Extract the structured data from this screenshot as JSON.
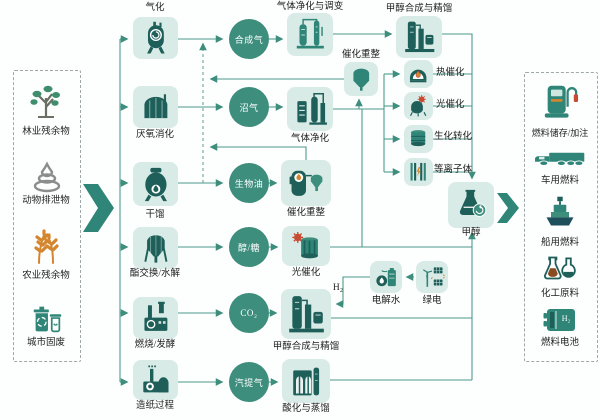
{
  "palette": {
    "line": "#4D9B8B",
    "tile_bg": "#D9EBE7",
    "node_dark": "#1E5F5A",
    "node_teal": "#2F8577",
    "circle_bg": "#3E8E7E",
    "accent_orange": "#D4862F",
    "accent_red": "#C74A32",
    "muted_gray": "#8C8C8C",
    "text": "#222222"
  },
  "left_panel": {
    "items": [
      {
        "label": "林业残余物",
        "icon": "tree-icon"
      },
      {
        "label": "动物排泄物",
        "icon": "manure-icon"
      },
      {
        "label": "农业残余物",
        "icon": "wheat-icon"
      },
      {
        "label": "城市固废",
        "icon": "waste-bins-icon"
      }
    ]
  },
  "process_column": {
    "items": [
      {
        "label": "气化",
        "icon": "gasifier-tank-icon"
      },
      {
        "label": "厌氧消化",
        "icon": "digester-tank-icon"
      },
      {
        "label": "干馏",
        "icon": "retort-vessel-icon"
      },
      {
        "label": "酯交换/水解",
        "icon": "silo-icon"
      },
      {
        "label": "燃烧/发酵",
        "icon": "factory-icon"
      },
      {
        "label": "造纸过程",
        "icon": "paper-mill-icon"
      }
    ]
  },
  "intermediates": {
    "items": [
      {
        "label": "合成气"
      },
      {
        "label": "沼气"
      },
      {
        "label": "生物油"
      },
      {
        "label": "醇/糖"
      },
      {
        "label": "CO₂"
      },
      {
        "label": "汽提气"
      }
    ]
  },
  "mid": {
    "gas_clean_cond": {
      "label": "气体净化与调变",
      "icon": "distillation-columns-icon"
    },
    "methanol_top": {
      "label": "甲醇合成与精馏",
      "icon": "refinery-icon"
    },
    "reform_top": {
      "label": "催化重整",
      "icon": "hopper-icon"
    },
    "gas_purify": {
      "label": "气体净化",
      "icon": "scrubber-icon"
    },
    "reform_bio": {
      "label": "催化重整",
      "icon": "reformer-icon"
    },
    "photocat_bio": {
      "label": "光催化",
      "icon": "sun-barrel-icon"
    },
    "methanol_bottom": {
      "label": "甲醇合成与精馏",
      "icon": "refinery-icon"
    },
    "acid_distill": {
      "label": "酸化与蒸馏",
      "icon": "arch-building-icon"
    },
    "electrolysis": {
      "label": "电解水",
      "icon": "electrolyzer-icon"
    },
    "green_power": {
      "label": "绿电",
      "icon": "wind-solar-icon"
    },
    "h2": {
      "label": "H₂"
    }
  },
  "stack": {
    "items": [
      {
        "label": "热催化",
        "icon": "furnace-flame-icon"
      },
      {
        "label": "光催化",
        "icon": "sun-vessel-icon"
      },
      {
        "label": "生化转化",
        "icon": "bio-tank-icon"
      },
      {
        "label": "等离子体",
        "icon": "plasma-bars-icon"
      }
    ]
  },
  "methanol": {
    "label": "甲醇",
    "icon": "flask-recycle-icon"
  },
  "output_panel": {
    "items": [
      {
        "label": "燃料储存/加注",
        "icon": "fuel-pump-icon"
      },
      {
        "label": "车用燃料",
        "icon": "truck-icon"
      },
      {
        "label": "船用燃料",
        "icon": "ship-icon"
      },
      {
        "label": "化工原料",
        "icon": "chem-flasks-icon"
      },
      {
        "label": "燃料电池",
        "icon": "fuel-cell-icon"
      }
    ],
    "fuel_cell_text": "H₂"
  }
}
